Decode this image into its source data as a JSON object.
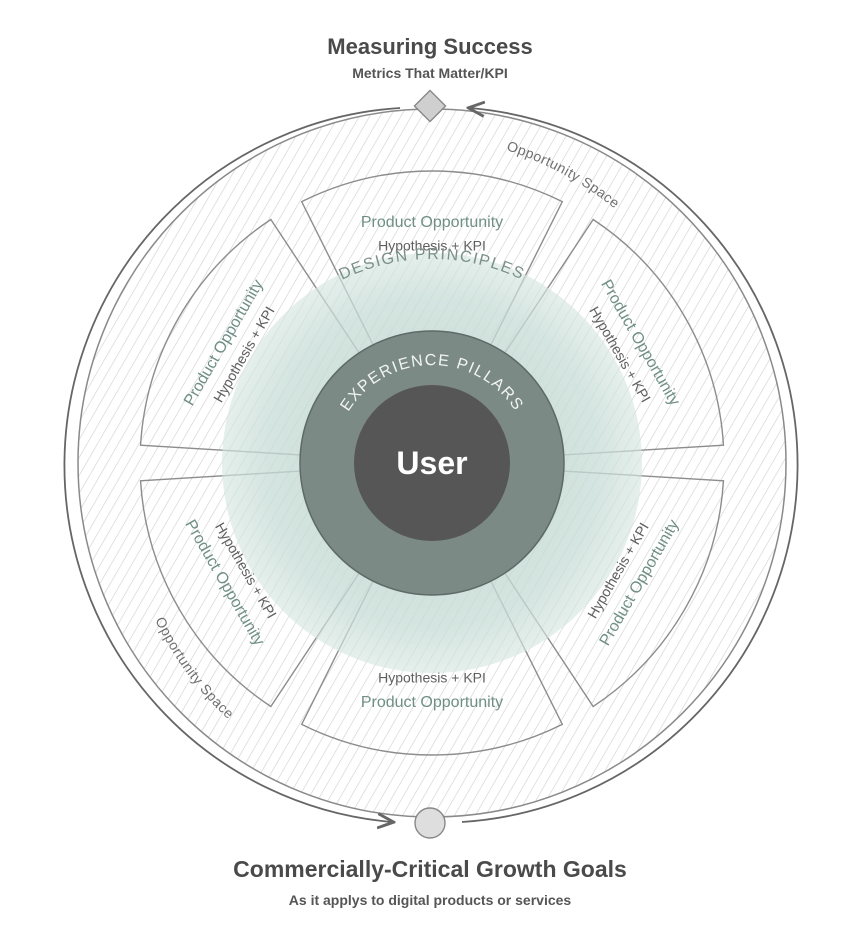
{
  "top": {
    "title": "Measuring Success",
    "subtitle": "Metrics That Matter/KPI"
  },
  "bottom": {
    "title": "Commercially-Critical Growth Goals",
    "subtitle": "As it applys to digital products or services"
  },
  "opportunity_space_labels": [
    "Opportunity Space",
    "Opportunity Space"
  ],
  "segments": [
    {
      "title": "Product Opportunity",
      "subtitle": "Hypothesis + KPI"
    },
    {
      "title": "Product Opportunity",
      "subtitle": "Hypothesis + KPI"
    },
    {
      "title": "Product Opportunity",
      "subtitle": "Hypothesis + KPI"
    },
    {
      "title": "Product Opportunity",
      "subtitle": "Hypothesis + KPI"
    },
    {
      "title": "Product Opportunity",
      "subtitle": "Hypothesis + KPI"
    },
    {
      "title": "Product Opportunity",
      "subtitle": "Hypothesis + KPI"
    }
  ],
  "design_principles": "DESIGN PRINCIPLES",
  "experience_pillars": "EXPERIENCE PILLARS",
  "center": "User",
  "colors": {
    "hatch_line": "#cfcfcf",
    "outline": "#7a7a7a",
    "glow": "#c8ddd7",
    "pillars_ring": "#7b8a85",
    "user_core": "#565656",
    "accent_text": "#6f8f86"
  }
}
